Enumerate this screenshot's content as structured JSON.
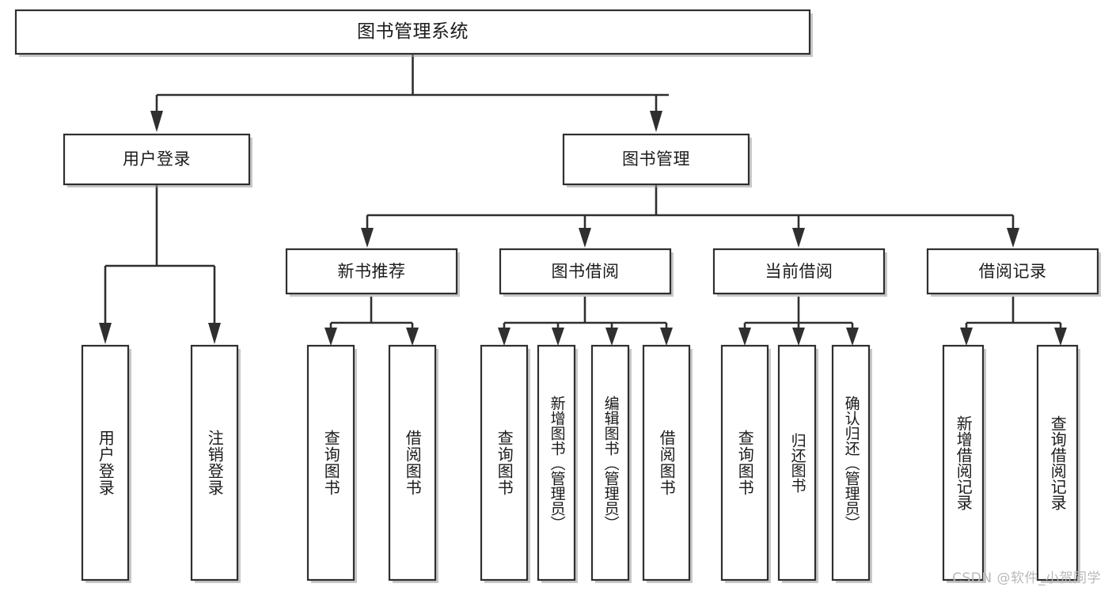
{
  "diagram": {
    "type": "tree",
    "title": "图书管理系统",
    "orientation": "top-down",
    "colors": {
      "box_fill": "#ffffff",
      "box_stroke": "#2f2f2f",
      "connector": "#2f2f2f",
      "text": "#1b1b1b",
      "shadow": "#9a9a9a",
      "watermark": "#b9b9b9",
      "background": "#ffffff"
    },
    "root": {
      "id": "root",
      "label": "图书管理系统",
      "orientation": "horizontal"
    },
    "level2": [
      {
        "id": "user-login",
        "label": "用户登录",
        "orientation": "horizontal"
      },
      {
        "id": "book-manage",
        "label": "图书管理",
        "orientation": "horizontal"
      }
    ],
    "level3": [
      {
        "id": "new-book-rec",
        "label": "新书推荐",
        "parent": "book-manage",
        "orientation": "horizontal"
      },
      {
        "id": "book-borrow",
        "label": "图书借阅",
        "parent": "book-manage",
        "orientation": "horizontal"
      },
      {
        "id": "current-borrow",
        "label": "当前借阅",
        "parent": "book-manage",
        "orientation": "horizontal"
      },
      {
        "id": "borrow-record",
        "label": "借阅记录",
        "parent": "book-manage",
        "orientation": "horizontal"
      }
    ],
    "leaves": [
      {
        "id": "leaf-user-login",
        "label": "用户登录",
        "parent": "user-login",
        "orientation": "vertical"
      },
      {
        "id": "leaf-logout-login",
        "label": "注销登录",
        "parent": "user-login",
        "orientation": "vertical"
      },
      {
        "id": "leaf-query-book-1",
        "label": "查询图书",
        "parent": "new-book-rec",
        "orientation": "vertical"
      },
      {
        "id": "leaf-borrow-book-1",
        "label": "借阅图书",
        "parent": "new-book-rec",
        "orientation": "vertical"
      },
      {
        "id": "leaf-query-book-2",
        "label": "查询图书",
        "parent": "book-borrow",
        "orientation": "vertical"
      },
      {
        "id": "leaf-add-book",
        "label": "新增图书（管理员）",
        "parent": "book-borrow",
        "orientation": "vertical"
      },
      {
        "id": "leaf-edit-book",
        "label": "编辑图书（管理员）",
        "parent": "book-borrow",
        "orientation": "vertical"
      },
      {
        "id": "leaf-borrow-book-2",
        "label": "借阅图书",
        "parent": "book-borrow",
        "orientation": "vertical"
      },
      {
        "id": "leaf-query-book-3",
        "label": "查询图书",
        "parent": "current-borrow",
        "orientation": "vertical"
      },
      {
        "id": "leaf-return-book",
        "label": "归还图书",
        "parent": "current-borrow",
        "orientation": "vertical"
      },
      {
        "id": "leaf-confirm-return",
        "label": "确认归还（管理员）",
        "parent": "current-borrow",
        "orientation": "vertical"
      },
      {
        "id": "leaf-add-record",
        "label": "新增借阅记录",
        "parent": "borrow-record",
        "orientation": "vertical"
      },
      {
        "id": "leaf-query-record",
        "label": "查询借阅记录",
        "parent": "borrow-record",
        "orientation": "vertical"
      }
    ]
  },
  "watermark": {
    "text": "CSDN @软件_小贺同学"
  }
}
